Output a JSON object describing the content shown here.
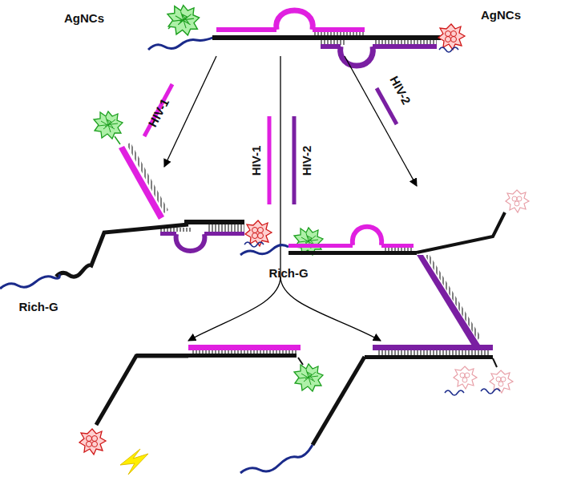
{
  "diagram": {
    "labels": [
      "AgNCs",
      "AgNCs",
      "HIV-1",
      "HIV-1",
      "HIV-2",
      "HIV-2",
      "Rich-G",
      "Rich-G"
    ]
  }
}
